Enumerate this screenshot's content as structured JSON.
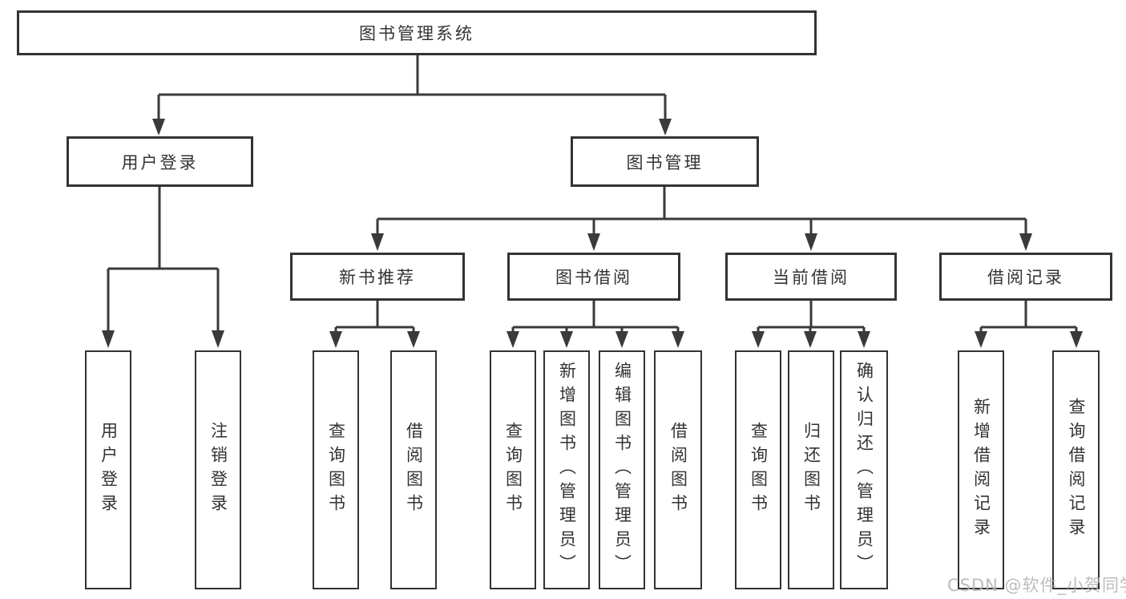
{
  "diagram": {
    "root": "图书管理系统",
    "branches": [
      {
        "label": "用户登录",
        "children": [
          "用户登录",
          "注销登录"
        ]
      },
      {
        "label": "图书管理",
        "children": [
          {
            "label": "新书推荐",
            "children": [
              "查询图书",
              "借阅图书"
            ]
          },
          {
            "label": "图书借阅",
            "children": [
              "查询图书",
              "新增图书（管理员）",
              "编辑图书（管理员）",
              "借阅图书"
            ]
          },
          {
            "label": "当前借阅",
            "children": [
              "查询图书",
              "归还图书",
              "确认归还（管理员）"
            ]
          },
          {
            "label": "借阅记录",
            "children": [
              "新增借阅记录",
              "查询借阅记录"
            ]
          }
        ]
      }
    ]
  },
  "watermark": "CSDN @软件_小贺同学",
  "colors": {
    "line": "#3a3a3a",
    "border": "#333333",
    "text": "#333333",
    "watermark": "#b0b0b0"
  }
}
